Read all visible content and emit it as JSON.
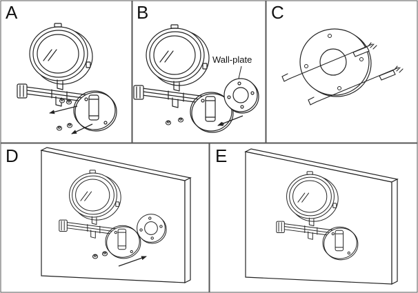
{
  "panels": [
    {
      "letter": "A",
      "shows": "mirror and arm detached from wall bracket; screws shown"
    },
    {
      "letter": "B",
      "shows": "wall-plate separated from bracket"
    },
    {
      "letter": "C",
      "shows": "wall-plate with anchors and screws"
    },
    {
      "letter": "D",
      "shows": "mirror assembly approaching wall board"
    },
    {
      "letter": "E",
      "shows": "mirror assembled on wall board"
    }
  ],
  "labels": {
    "a": "A",
    "b": "B",
    "c": "C",
    "d": "D",
    "e": "E",
    "wall_plate": "Wall-plate"
  },
  "colors": {
    "line": "#222222",
    "frame": "#444444",
    "background": "#ffffff"
  }
}
